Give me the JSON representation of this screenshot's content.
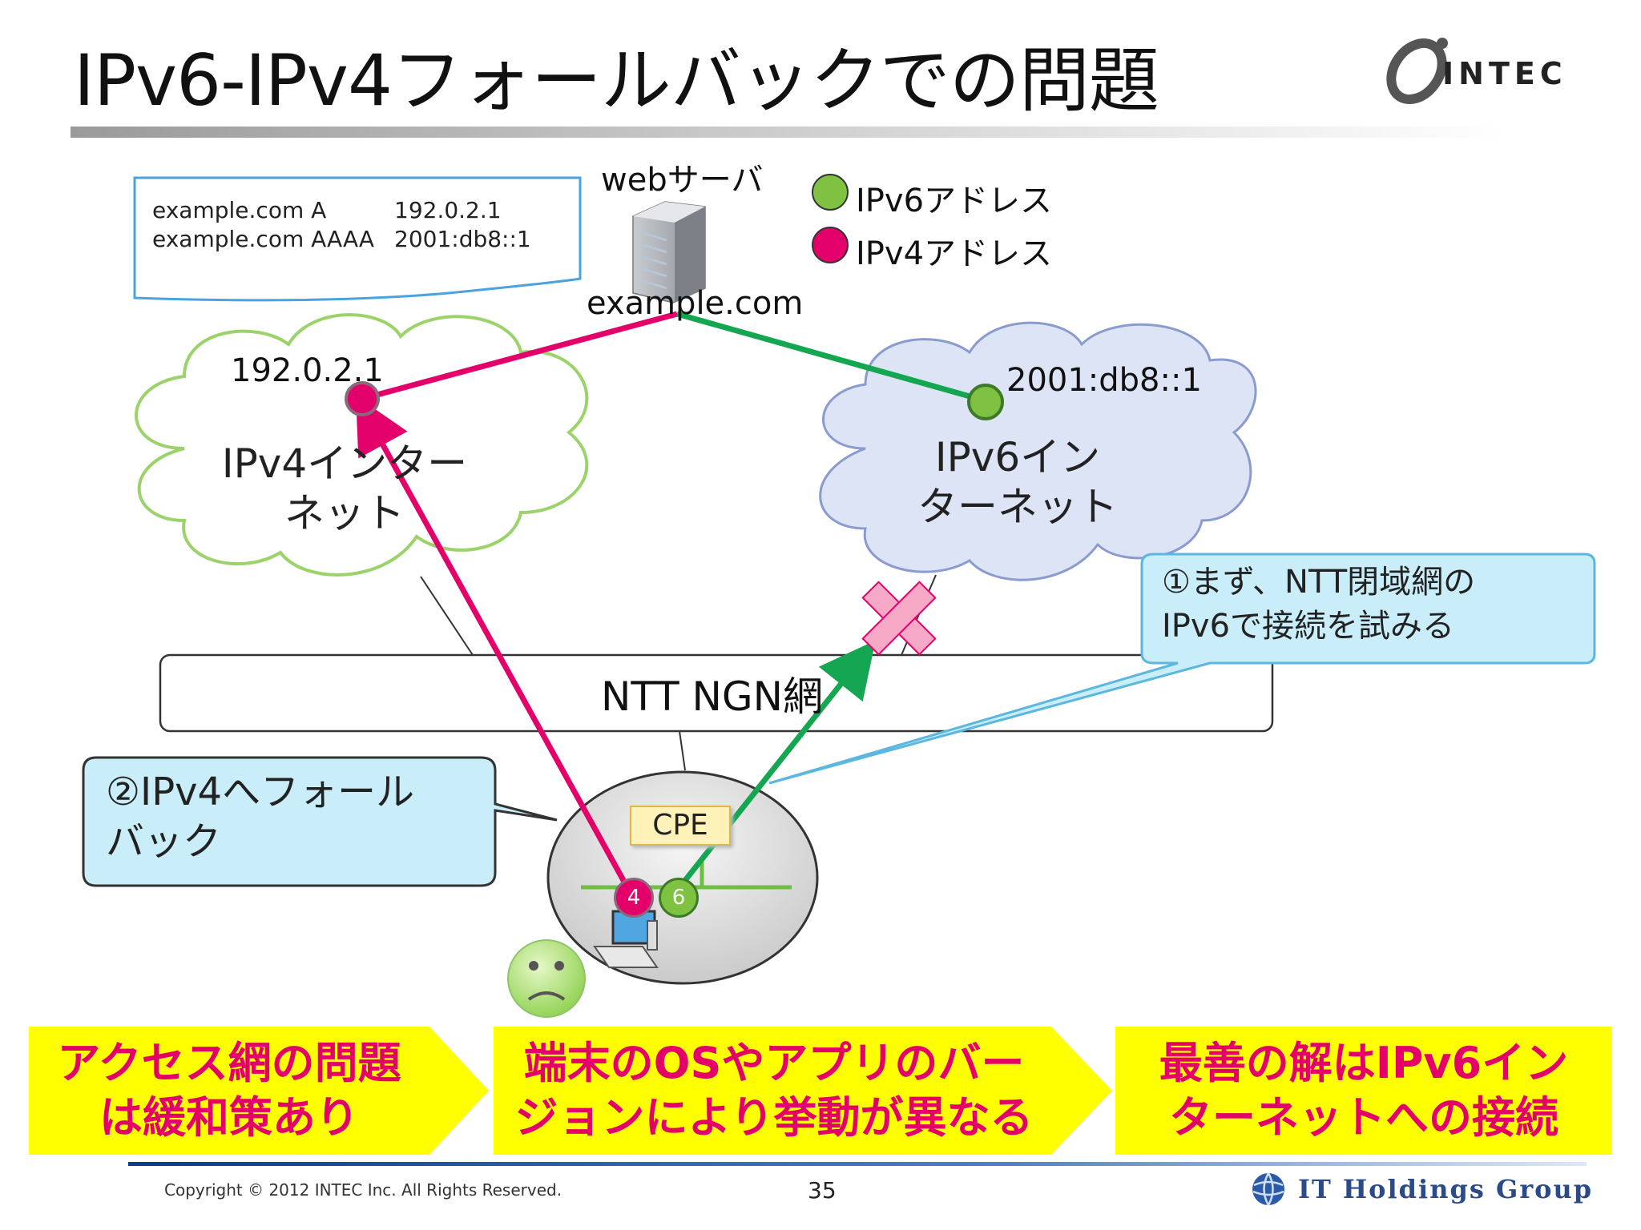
{
  "slide": {
    "title": "IPv6-IPv4フォールバックでの問題",
    "logo_text": "INTEC"
  },
  "dns_records": {
    "row1_name": "example.com A",
    "row1_value": "192.0.2.1",
    "row2_name": "example.com AAAA",
    "row2_value": "2001:db8::1"
  },
  "server": {
    "label": "webサーバ",
    "hostname": "example.com"
  },
  "legend": {
    "ipv6": "IPv6アドレス",
    "ipv4": "IPv4アドレス",
    "ipv6_color": "#7fc241",
    "ipv4_color": "#e4006b"
  },
  "addresses": {
    "ipv4": "192.0.2.1",
    "ipv6": "2001:db8::1"
  },
  "clouds": {
    "ipv4_line1": "IPv4インター",
    "ipv4_line2": "ネット",
    "ipv6_line1": "IPv6イン",
    "ipv6_line2": "ターネット"
  },
  "network": {
    "ngn_label": "NTT NGN網",
    "cpe_label": "CPE",
    "port4": "4",
    "port6": "6"
  },
  "callouts": {
    "step1_line1": "①まず、NTT閉域網の",
    "step1_line2": "IPv6で接続を試みる",
    "step2_line1": "②IPv4へフォール",
    "step2_line2": "バック"
  },
  "conclusions": {
    "box1_line1": "アクセス網の問題",
    "box1_line2": "は緩和策あり",
    "box2_line1": "端末のOSやアプリのバー",
    "box2_line2": "ジョンにより挙動が異なる",
    "box3_line1": "最善の解はIPv6イン",
    "box3_line2": "ターネットへの接続"
  },
  "footer": {
    "copyright": "Copyright © 2012 INTEC Inc. All Rights Reserved.",
    "page_number": "35",
    "group_name": "IT Holdings Group"
  },
  "colors": {
    "ipv4_path": "#e4006b",
    "ipv6_path": "#14a650",
    "callout_fill": "#c9eef9",
    "conclusion_fill": "#ffff00",
    "conclusion_text": "#e4006b"
  }
}
